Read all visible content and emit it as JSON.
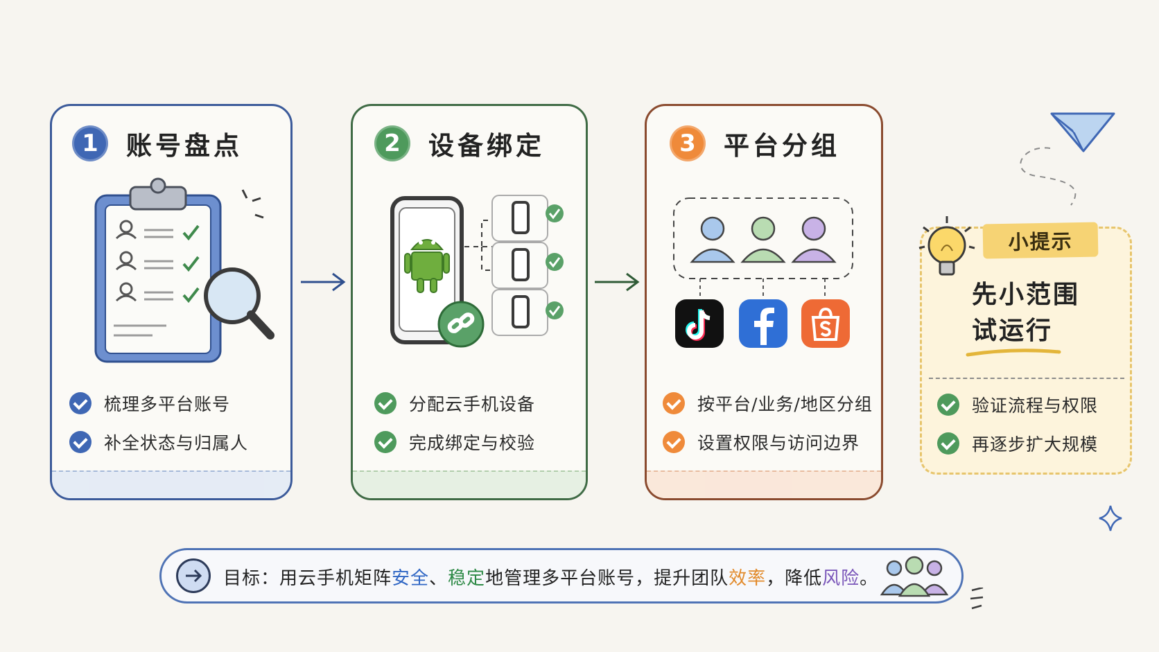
{
  "steps": [
    {
      "number": "1",
      "title": "账号盘点",
      "color": "#3f67b4",
      "check_color": "#3f67b4",
      "bullets": [
        "梳理多平台账号",
        "补全状态与归属人"
      ]
    },
    {
      "number": "2",
      "title": "设备绑定",
      "color": "#4e9a5c",
      "check_color": "#4e9a5c",
      "bullets": [
        "分配云手机设备",
        "完成绑定与校验"
      ]
    },
    {
      "number": "3",
      "title": "平台分组",
      "color": "#ef8a3a",
      "check_color": "#ef8a3a",
      "bullets": [
        "按平台/业务/地区分组",
        "设置权限与访问边界"
      ]
    }
  ],
  "tip": {
    "label": "小提示",
    "main_line1": "先小范围",
    "main_line2": "试运行",
    "bullets": [
      "验证流程与权限",
      "再逐步扩大规模"
    ],
    "check_color": "#4e9a5c"
  },
  "goal": {
    "prefix": "目标：用云手机矩阵",
    "kw1": "安全",
    "sep1": "、",
    "kw2": "稳定",
    "mid": "地管理多平台账号，提升团队",
    "kw3": "效率",
    "sep2": "，降低",
    "kw4": "风险",
    "end": "。"
  },
  "icons": {
    "clipboard": "clipboard-icon",
    "magnifier": "magnifier-icon",
    "phone": "android-phone-icon",
    "link": "link-icon",
    "users": "user-group-icon",
    "tiktok": "tiktok-icon",
    "facebook": "facebook-icon",
    "shopee": "shopee-icon",
    "bulb": "lightbulb-icon",
    "plane": "paper-plane-icon",
    "team": "team-icon"
  }
}
